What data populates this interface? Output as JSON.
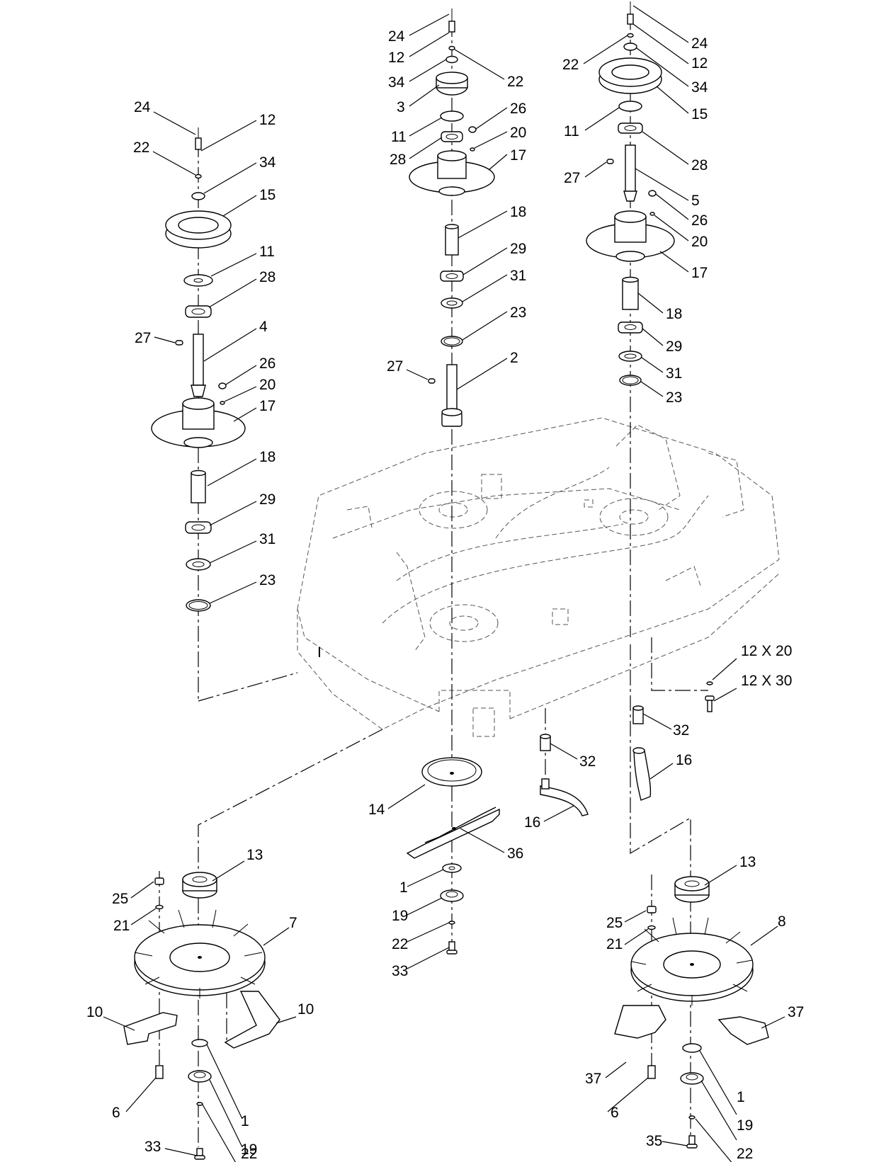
{
  "callouts": [
    {
      "id": "c-l-24",
      "text": "24"
    },
    {
      "id": "c-l-12",
      "text": "12"
    },
    {
      "id": "c-l-22",
      "text": "22"
    },
    {
      "id": "c-l-34",
      "text": "34"
    },
    {
      "id": "c-l-15",
      "text": "15"
    },
    {
      "id": "c-l-11",
      "text": "11"
    },
    {
      "id": "c-l-28",
      "text": "28"
    },
    {
      "id": "c-l-27",
      "text": "27"
    },
    {
      "id": "c-l-4",
      "text": "4"
    },
    {
      "id": "c-l-26",
      "text": "26"
    },
    {
      "id": "c-l-20",
      "text": "20"
    },
    {
      "id": "c-l-17",
      "text": "17"
    },
    {
      "id": "c-l-18",
      "text": "18"
    },
    {
      "id": "c-l-29",
      "text": "29"
    },
    {
      "id": "c-l-31",
      "text": "31"
    },
    {
      "id": "c-l-23",
      "text": "23"
    },
    {
      "id": "c-c-24",
      "text": "24"
    },
    {
      "id": "c-c-12",
      "text": "12"
    },
    {
      "id": "c-c-34",
      "text": "34"
    },
    {
      "id": "c-c-22",
      "text": "22"
    },
    {
      "id": "c-c-3",
      "text": "3"
    },
    {
      "id": "c-c-26",
      "text": "26"
    },
    {
      "id": "c-c-11",
      "text": "11"
    },
    {
      "id": "c-c-20",
      "text": "20"
    },
    {
      "id": "c-c-28",
      "text": "28"
    },
    {
      "id": "c-c-17",
      "text": "17"
    },
    {
      "id": "c-c-18",
      "text": "18"
    },
    {
      "id": "c-c-29",
      "text": "29"
    },
    {
      "id": "c-c-31",
      "text": "31"
    },
    {
      "id": "c-c-23",
      "text": "23"
    },
    {
      "id": "c-c-27",
      "text": "27"
    },
    {
      "id": "c-c-2",
      "text": "2"
    },
    {
      "id": "c-r-24",
      "text": "24"
    },
    {
      "id": "c-r-22",
      "text": "22"
    },
    {
      "id": "c-r-12",
      "text": "12"
    },
    {
      "id": "c-r-34",
      "text": "34"
    },
    {
      "id": "c-r-15",
      "text": "15"
    },
    {
      "id": "c-r-11",
      "text": "11"
    },
    {
      "id": "c-r-28",
      "text": "28"
    },
    {
      "id": "c-r-27",
      "text": "27"
    },
    {
      "id": "c-r-5",
      "text": "5"
    },
    {
      "id": "c-r-26",
      "text": "26"
    },
    {
      "id": "c-r-20",
      "text": "20"
    },
    {
      "id": "c-r-17",
      "text": "17"
    },
    {
      "id": "c-r-18",
      "text": "18"
    },
    {
      "id": "c-r-29",
      "text": "29"
    },
    {
      "id": "c-r-31",
      "text": "31"
    },
    {
      "id": "c-r-23",
      "text": "23"
    },
    {
      "id": "c-m-12x20",
      "text": "12 X 20"
    },
    {
      "id": "c-m-12x30",
      "text": "12 X 30"
    },
    {
      "id": "c-m-32a",
      "text": "32"
    },
    {
      "id": "c-m-32b",
      "text": "32"
    },
    {
      "id": "c-m-16a",
      "text": "16"
    },
    {
      "id": "c-m-16b",
      "text": "16"
    },
    {
      "id": "c-m-14",
      "text": "14"
    },
    {
      "id": "c-m-36",
      "text": "36"
    },
    {
      "id": "c-m-1",
      "text": "1"
    },
    {
      "id": "c-m-19",
      "text": "19"
    },
    {
      "id": "c-m-22",
      "text": "22"
    },
    {
      "id": "c-m-33",
      "text": "33"
    },
    {
      "id": "c-bl-13",
      "text": "13"
    },
    {
      "id": "c-bl-25",
      "text": "25"
    },
    {
      "id": "c-bl-21",
      "text": "21"
    },
    {
      "id": "c-bl-7",
      "text": "7"
    },
    {
      "id": "c-bl-10a",
      "text": "10"
    },
    {
      "id": "c-bl-10b",
      "text": "10"
    },
    {
      "id": "c-bl-6",
      "text": "6"
    },
    {
      "id": "c-bl-1",
      "text": "1"
    },
    {
      "id": "c-bl-19",
      "text": "19"
    },
    {
      "id": "c-bl-33",
      "text": "33"
    },
    {
      "id": "c-bl-22",
      "text": "22"
    },
    {
      "id": "c-br-13",
      "text": "13"
    },
    {
      "id": "c-br-25",
      "text": "25"
    },
    {
      "id": "c-br-21",
      "text": "21"
    },
    {
      "id": "c-br-8",
      "text": "8"
    },
    {
      "id": "c-br-37a",
      "text": "37"
    },
    {
      "id": "c-br-37b",
      "text": "37"
    },
    {
      "id": "c-br-6",
      "text": "6"
    },
    {
      "id": "c-br-1",
      "text": "1"
    },
    {
      "id": "c-br-19",
      "text": "19"
    },
    {
      "id": "c-br-35",
      "text": "35"
    },
    {
      "id": "c-br-22",
      "text": "22"
    }
  ],
  "deck_decal": "I"
}
